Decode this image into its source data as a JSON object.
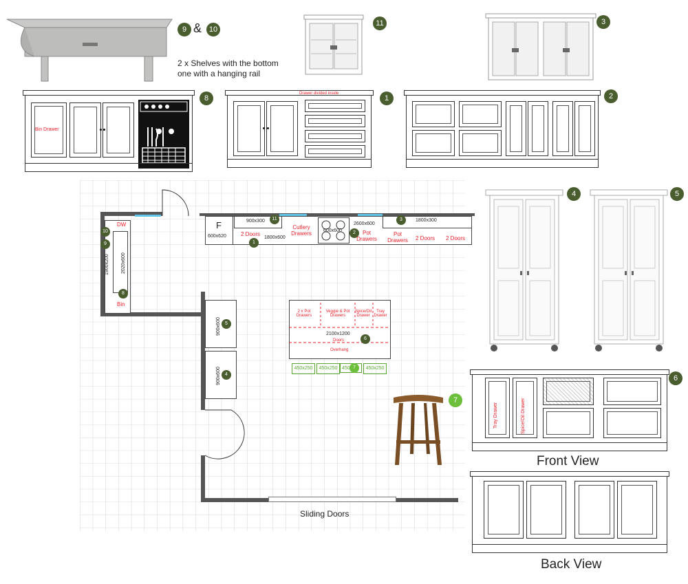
{
  "badges": {
    "b1": "1",
    "b2": "2",
    "b3": "3",
    "b4": "4",
    "b5": "5",
    "b6": "6",
    "b7": "7",
    "b8": "8",
    "b9": "9",
    "b10": "10",
    "b11": "11",
    "amp": "&"
  },
  "shelves_caption": "2 x Shelves with the bottom one with a hanging rail",
  "elevation_labels": {
    "bin_drawer": "Bin Drawer",
    "drawer_divided": "Drawer divided inside",
    "tray_drawer": "Tray Drawer",
    "spice_oil_drawer": "Spice/Oil Drawer"
  },
  "views": {
    "front": "Front View",
    "back": "Back View"
  },
  "plan": {
    "fridge": "F",
    "fridge_size": "600x620",
    "two_doors_1": "2 Doors",
    "run_900x300": "900x300",
    "run_1800x600": "1800x600",
    "cutlery_drawers": "Cutlery Drawers",
    "hob": "600x600",
    "run_2600x600": "2600x600",
    "pot_drawers_1": "Pot Drawers",
    "pot_drawers_2": "Pot Drawers",
    "run_1800x300": "1800x300",
    "two_doors_2": "2 Doors",
    "two_doors_3": "2 Doors",
    "dw": "DW",
    "run_1900x200": "1900x200",
    "run_2020x600": "2020x600",
    "bin": "Bin",
    "tall_5": "900x600",
    "tall_4": "900x600",
    "island_pot": "2 x Pot Drawers",
    "island_veggie": "Veggie & Pot Drawers",
    "island_spice": "Spice/Oil Drawer",
    "island_tray": "Tray Drawer",
    "island_size": "2100x1200",
    "island_doors": "Doors",
    "island_overhang": "Overhang",
    "stool1": "450x250",
    "stool2": "450x250",
    "stool3": "450",
    "stool4": "450x250",
    "sliding_doors": "Sliding Doors"
  },
  "colors": {
    "accent_green": "#4a5d2e",
    "red_label": "#e8202a",
    "window": "#5fc4e8",
    "stool_green": "#5aa832"
  }
}
